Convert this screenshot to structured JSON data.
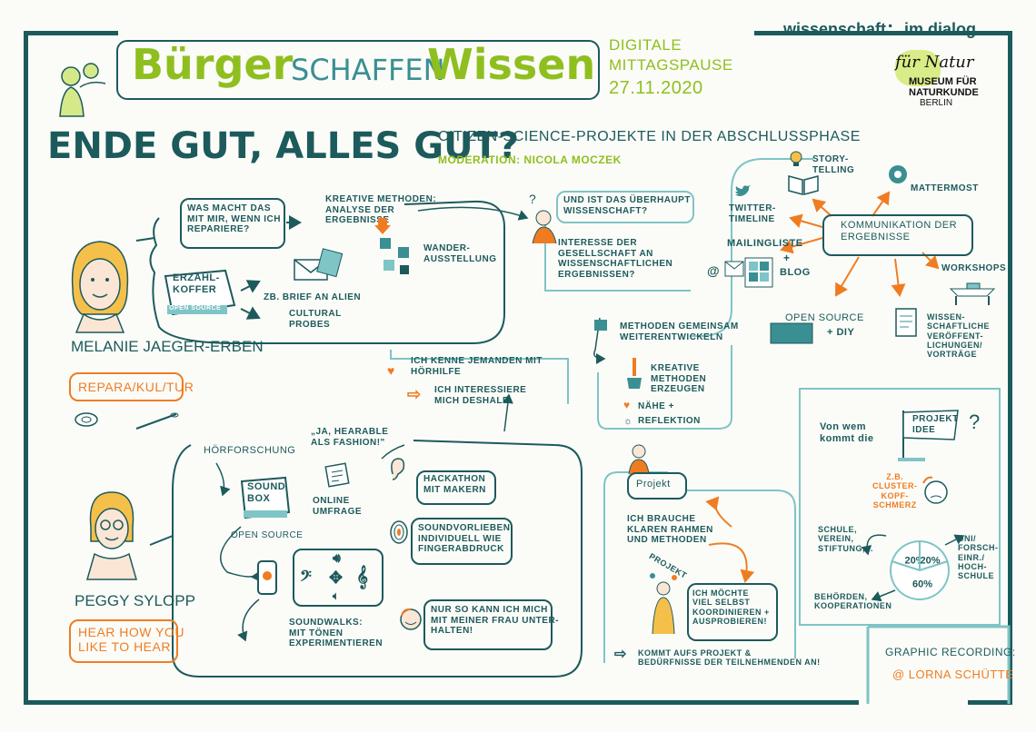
{
  "header": {
    "title_buerger": "Bürger",
    "title_schaffen": "schaffen",
    "title_wissen": "Wissen",
    "event_line1": "Digitale",
    "event_line2": "Mittagspause",
    "event_date": "27.11.2020",
    "logo_wid_part1": "wissenschaft",
    "logo_wid_part2": "im dialog",
    "museum_script": "für Natur",
    "museum_line1": "MUSEUM FÜR",
    "museum_line2": "NATURKUNDE",
    "museum_line3": "BERLIN"
  },
  "headline": {
    "main": "Ende gut, alles gut?",
    "subtitle": "Citizen-Science-Projekte in der Abschlussphase",
    "moderation": "Moderation: Nicola Moczek"
  },
  "melanie": {
    "name": "Melanie Jaeger-Erben",
    "project": "Repara/Kul/Tur",
    "speech": "Was macht das mit mir, wenn ich repariere?",
    "kreative": "Kreative Methoden: Analyse der Ergebnisse",
    "wander": "Wander-\nAusstellung",
    "erzaehl": "Erzähl-\nKoffer",
    "open_source_tag": "Open Source",
    "brief": "Zb. Brief an Alien",
    "cultural": "Cultural\nProbes"
  },
  "wissenschaft": {
    "question": "Und ist das überhaupt Wissenschaft?",
    "interesse": "Interesse der\nGesellschaft an\nwissenschaftlichen\nErgebnissen?"
  },
  "kommunikation": {
    "center": "Kommunikation der\nErgebnisse",
    "storytelling": "Story-\ntelling",
    "mattermost": "Mattermost",
    "twitter": "Twitter-\nTimeline",
    "mailingliste": "Mailingliste",
    "plus": "+",
    "blog": "Blog",
    "at": "@",
    "workshops": "Workshops",
    "open_source": "Open Source",
    "diy": "+ DIY",
    "wiss": "Wissen-\nschaftliche\nVeröffent-\nlichungen/\nVorträge"
  },
  "methoden": {
    "title": "Methoden gemeinsam\nweiterentwickeln",
    "kreative": "Kreative\nMethoden\nerzeugen",
    "naehe": "Nähe +",
    "reflektion": "Reflektion"
  },
  "hoerhilfe": {
    "line1": "Ich kenne jemanden mit\nHörhilfe",
    "line2": "Ich interessiere\nmich deshalb"
  },
  "peggy": {
    "name": "Peggy Sylopp",
    "project": "Hear how you\nlike to hear",
    "hearable": "„Ja, Hearable\nals Fashion!\"",
    "hoerforschung": "Hörforschung",
    "soundbox": "Sound\nBox",
    "open_source": "Open Source",
    "umfrage": "Online\nUmfrage",
    "hackathon": "Hackathon\nmit Makern",
    "soundvorlieben": "Soundvorlieben\nindividuell wie\nFingerabdruck",
    "soundwalks": "Soundwalks:\nmit Tönen\nexperimentieren",
    "frau": "Nur so kann ich mich\nmit meiner Frau unter-\nhalten!"
  },
  "projekt": {
    "label": "Projekt",
    "rahmen": "Ich brauche\nklaren Rahmen\nund Methoden",
    "juggle": "Projekt",
    "selbst": "Ich möchte\nviel selbst\nkoordinieren +\nausprobieren!",
    "kommt": "Kommt aufs Projekt &\nBedürfnisse der Teilnehmenden an!"
  },
  "idee": {
    "question": "Von wem\nkommt die",
    "flag": "Projekt\nIdee",
    "qmark": "?",
    "cluster": "Z.B.\nCluster-\nKopf-\nSchmerz",
    "schule": "Schule,\nVerein,\nStiftung,...",
    "uni": "Uni/\nForsch-\neinr./\nHoch-\nschule",
    "behoerden": "Behörden,\nKooperationen",
    "pie_values": [
      {
        "label": "20%",
        "value": 20
      },
      {
        "label": "20%",
        "value": 20
      },
      {
        "label": "60%",
        "value": 60
      }
    ]
  },
  "credit": {
    "line1": "Graphic Recording:",
    "line2": "@ Lorna Schütte"
  },
  "colors": {
    "teal": "#1d5a5c",
    "light_teal": "#7fc4c6",
    "green": "#8fbf1f",
    "orange": "#f07c22"
  }
}
